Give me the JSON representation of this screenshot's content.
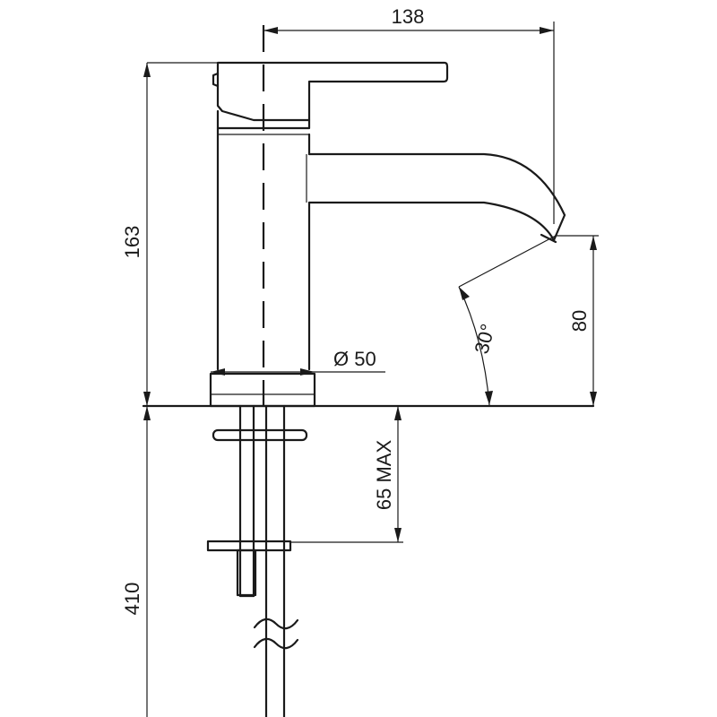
{
  "dimensions": {
    "spout_reach": "138",
    "overall_height": "163",
    "spout_height": "80",
    "spout_angle": "30°",
    "base_diameter": "Ø 50",
    "max_deck_thickness": "65 MAX",
    "hose_length": "410"
  }
}
